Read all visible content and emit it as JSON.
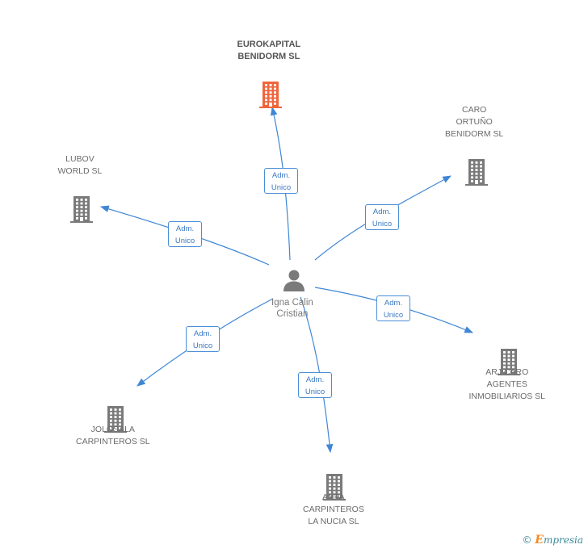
{
  "colors": {
    "edge": "#3f86d6",
    "company_icon": "#7a7a7a",
    "main_company_icon": "#f0643c",
    "person_icon": "#7a7a7a"
  },
  "center": {
    "name_lines": [
      "Igna Calin",
      "Cristian"
    ],
    "icon": "person-icon"
  },
  "nodes": [
    {
      "id": "eurokapital",
      "lines": [
        "EUROKAPITAL",
        "BENIDORM SL"
      ],
      "main": true,
      "icon": "building-icon"
    },
    {
      "id": "caro-ortuno",
      "lines": [
        "CARO",
        "ORTUÑO",
        "BENIDORM SL"
      ],
      "icon": "building-icon"
    },
    {
      "id": "lubov",
      "lines": [
        "LUBOV",
        "WORLD SL"
      ],
      "icon": "building-icon"
    },
    {
      "id": "arj-caro",
      "lines": [
        "ARJ CARO",
        "AGENTES",
        "INMOBILIARIOS SL"
      ],
      "icon": "building-icon"
    },
    {
      "id": "jolosala",
      "lines": [
        "JOLOSALA",
        "CARPINTEROS SL"
      ],
      "icon": "building-icon"
    },
    {
      "id": "anpa",
      "lines": [
        "ANPA",
        "CARPINTEROS",
        "LA NUCIA SL"
      ],
      "icon": "building-icon"
    }
  ],
  "edges": [
    {
      "to": "eurokapital",
      "label": [
        "Adm.",
        "Unico"
      ]
    },
    {
      "to": "caro-ortuno",
      "label": [
        "Adm.",
        "Unico"
      ]
    },
    {
      "to": "lubov",
      "label": [
        "Adm.",
        "Unico"
      ]
    },
    {
      "to": "arj-caro",
      "label": [
        "Adm.",
        "Unico"
      ]
    },
    {
      "to": "jolosala",
      "label": [
        "Adm.",
        "Unico"
      ]
    },
    {
      "to": "anpa",
      "label": [
        "Adm.",
        "Unico"
      ]
    }
  ],
  "footer": {
    "copyright_symbol": "©",
    "brand_initial": "E",
    "brand_rest": "mpresia"
  }
}
